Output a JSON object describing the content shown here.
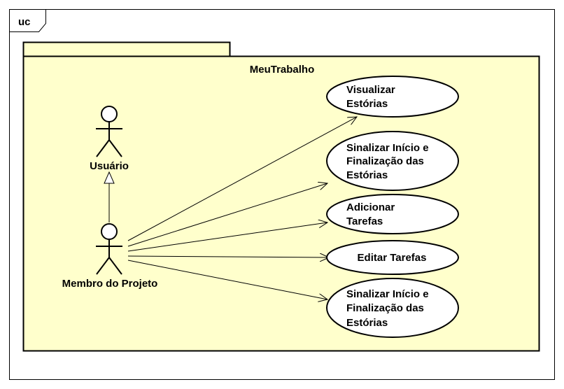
{
  "frame": {
    "label": "uc"
  },
  "package": {
    "name": "MeuTrabalho",
    "fill": "#FFFFCC"
  },
  "actors": [
    {
      "id": "usuario",
      "label": "Usuário"
    },
    {
      "id": "membro",
      "label": "Membro do Projeto"
    }
  ],
  "use_cases": [
    {
      "id": "uc1",
      "lines": [
        "Visualizar",
        "Estórias"
      ]
    },
    {
      "id": "uc2",
      "lines": [
        "Sinalizar Início e",
        "Finalização das",
        "Estórias"
      ]
    },
    {
      "id": "uc3",
      "lines": [
        "Adicionar",
        "Tarefas"
      ]
    },
    {
      "id": "uc4",
      "lines": [
        "Editar Tarefas"
      ]
    },
    {
      "id": "uc5",
      "lines": [
        "Sinalizar Início e",
        "Finalização das",
        "Estórias"
      ]
    }
  ],
  "relations": [
    {
      "type": "generalization",
      "from": "membro",
      "to": "usuario"
    },
    {
      "type": "association",
      "from": "membro",
      "to": "uc1"
    },
    {
      "type": "association",
      "from": "membro",
      "to": "uc2"
    },
    {
      "type": "association",
      "from": "membro",
      "to": "uc3"
    },
    {
      "type": "association",
      "from": "membro",
      "to": "uc4"
    },
    {
      "type": "association",
      "from": "membro",
      "to": "uc5"
    }
  ]
}
